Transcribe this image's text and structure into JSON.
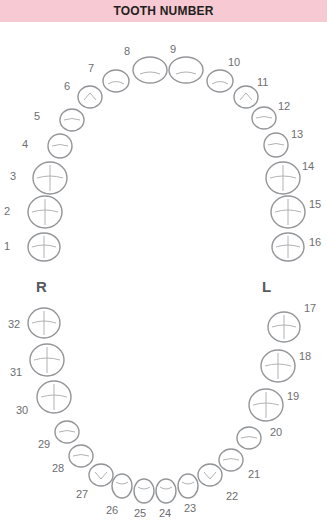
{
  "diagram": {
    "title": "TOOTH NUMBER",
    "labels": [
      "1",
      "2",
      "3",
      "4",
      "5",
      "6",
      "7",
      "8",
      "9",
      "10",
      "11",
      "12",
      "13",
      "14",
      "15",
      "16",
      "R",
      "L",
      "17",
      "18",
      "19",
      "20",
      "21",
      "22",
      "23",
      "24",
      "25",
      "26",
      "27",
      "28",
      "29",
      "30",
      "31",
      "32"
    ]
  }
}
